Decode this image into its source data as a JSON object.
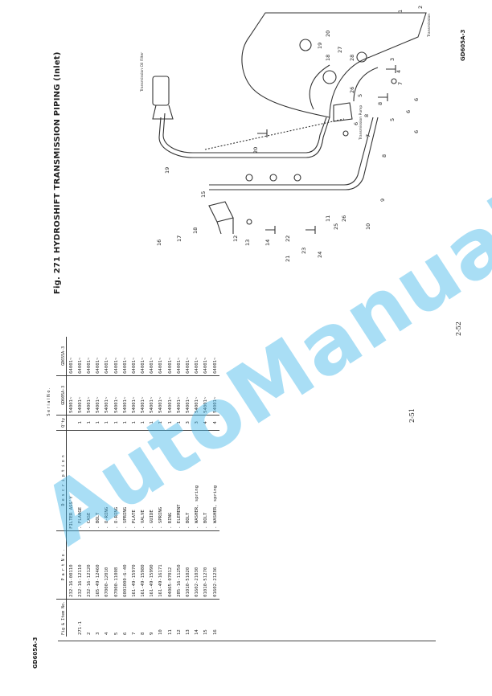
{
  "left_page": {
    "model_code": "GD605A-3",
    "page_number": "2-51",
    "columns": {
      "fig_no": "Fig & Item No.",
      "part_no": "P a r t   N o .",
      "description": "D e s c r i p t i o n",
      "qty": "Q'ty",
      "serial": "S e r i a l   N o .",
      "serial_a": "GD605A-3",
      "serial_b": "GD655A-3"
    },
    "rows": [
      {
        "fig": "",
        "part": "232-16-00110",
        "desc": "FILTER ASS'Y",
        "qty": "",
        "sa": "54001~",
        "sb": "64001~"
      },
      {
        "fig": "271-1",
        "part": "232-16-12110",
        "desc": ". FLANGE",
        "qty": "1",
        "sa": "54001~",
        "sb": "64001~"
      },
      {
        "fig": "2",
        "part": "232-16-12120",
        "desc": ". CASE",
        "qty": "1",
        "sa": "54001~",
        "sb": "64001~"
      },
      {
        "fig": "3",
        "part": "165-49-12460",
        "desc": ". BOLT",
        "qty": "1",
        "sa": "54001~",
        "sb": "64001~"
      },
      {
        "fig": "4",
        "part": "07000-12010",
        "desc": ". O-RING",
        "qty": "1",
        "sa": "54001~",
        "sb": "64001~"
      },
      {
        "fig": "5",
        "part": "07000-11008",
        "desc": ". O-RING",
        "qty": "1",
        "sa": "54001~",
        "sb": "64001~"
      },
      {
        "fig": "6",
        "part": "6001000-6-40",
        "desc": ". SPRING",
        "qty": "1",
        "sa": "54001~",
        "sb": "64001~"
      },
      {
        "fig": "7",
        "part": "161-49-15970",
        "desc": ". PLATE",
        "qty": "1",
        "sa": "54001~",
        "sb": "64001~"
      },
      {
        "fig": "8",
        "part": "161-49-15980",
        "desc": ". VALVE",
        "qty": "1",
        "sa": "54001~",
        "sb": "64001~"
      },
      {
        "fig": "9",
        "part": "161-49-15990",
        "desc": ". GUIDE",
        "qty": "1",
        "sa": "54001~",
        "sb": "64001~"
      },
      {
        "fig": "10",
        "part": "161-49-16171",
        "desc": ". SPRING",
        "qty": "1",
        "sa": "54001~",
        "sb": "64001~"
      },
      {
        "fig": "11",
        "part": "04065-07012",
        "desc": ". RING",
        "qty": "1",
        "sa": "54001~",
        "sb": "64001~"
      },
      {
        "fig": "12",
        "part": "285-16-11250",
        "desc": ". ELEMENT",
        "qty": "1",
        "sa": "54001~",
        "sb": "64001~"
      },
      {
        "fig": "13",
        "part": "01010-51020",
        "desc": ". BOLT",
        "qty": "3",
        "sa": "54001~",
        "sb": "64001~"
      },
      {
        "fig": "14",
        "part": "01602-21030",
        "desc": ". WASHER, spring",
        "qty": "3",
        "sa": "54001~",
        "sb": "64001~"
      },
      {
        "fig": "15",
        "part": "01010-51270",
        "desc": ". BOLT",
        "qty": "4",
        "sa": "54001~",
        "sb": "64001~"
      },
      {
        "fig": "16",
        "part": "01602-21236",
        "desc": ". WASHER, spring",
        "qty": "4",
        "sa": "54001~",
        "sb": "64001~"
      }
    ]
  },
  "right_page": {
    "model_code": "GD605A-3",
    "page_number": "2-52",
    "figure_title": "Fig. 271   HYDROSHIFT TRANSMISSION PIPING (Inlet)",
    "labels": {
      "transmission_oil_filter": "Transmission Oil Filter",
      "transmission": "Transmission",
      "transmission_pump": "Transmission Pump"
    },
    "callouts": [
      "1",
      "2",
      "3",
      "4",
      "5",
      "6",
      "6",
      "6",
      "7",
      "8",
      "9",
      "10",
      "11",
      "12",
      "13",
      "14",
      "15",
      "16",
      "17",
      "18",
      "19",
      "20",
      "21",
      "22",
      "23",
      "24",
      "25",
      "26",
      "27",
      "28",
      "19",
      "20",
      "18",
      "26",
      "8",
      "8",
      "5",
      "6",
      "7"
    ]
  },
  "watermark": "AutoManual",
  "colors": {
    "watermark": "#40b6e8",
    "ink": "#1f1f1f"
  }
}
